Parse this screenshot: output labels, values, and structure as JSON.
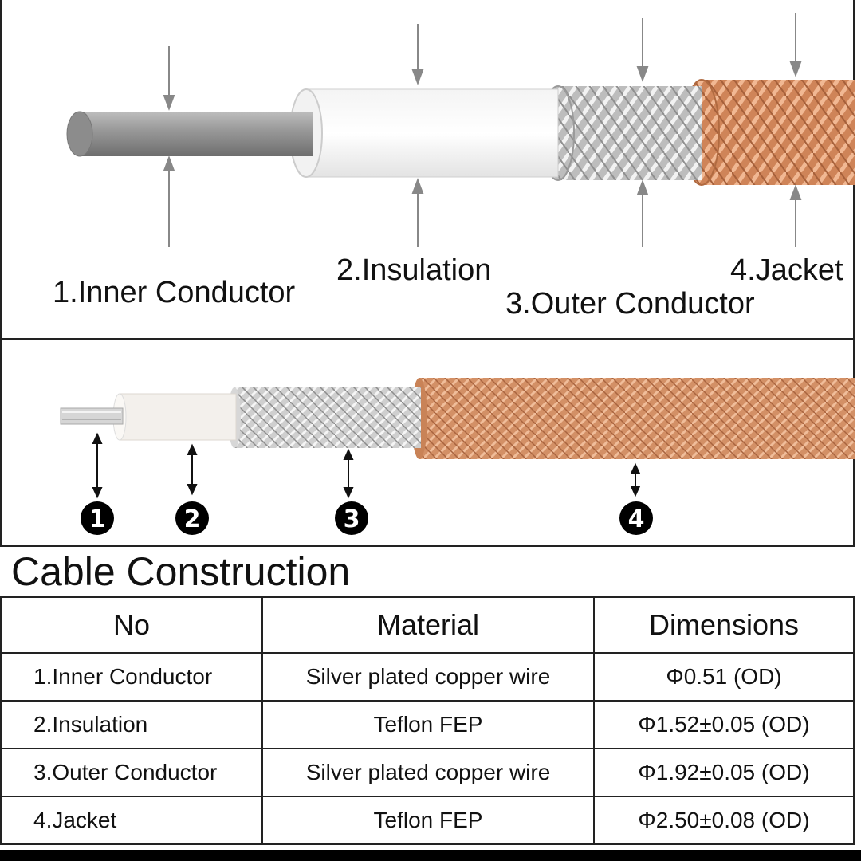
{
  "diagram_top": {
    "labels": {
      "inner": "1.Inner Conductor",
      "insulation": "2.Insulation",
      "outer": "3.Outer Conductor",
      "jacket": "4.Jacket"
    }
  },
  "diagram_photo": {
    "badges": [
      "1",
      "2",
      "3",
      "4"
    ]
  },
  "section_title": "Cable Construction",
  "table": {
    "headers": [
      "No",
      "Material",
      "Dimensions"
    ],
    "rows": [
      {
        "no": "1.Inner Conductor",
        "material": "Silver plated copper wire",
        "dimensions": "Φ0.51 (OD)"
      },
      {
        "no": "2.Insulation",
        "material": "Teflon FEP",
        "dimensions": "Φ1.52±0.05 (OD)"
      },
      {
        "no": "3.Outer Conductor",
        "material": "Silver plated copper wire",
        "dimensions": "Φ1.92±0.05 (OD)"
      },
      {
        "no": "4.Jacket",
        "material": "Teflon FEP",
        "dimensions": "Φ2.50±0.08 (OD)"
      }
    ]
  },
  "colors": {
    "copper": "#d9966c",
    "silver": "#c9c9c9",
    "conductor_gray": "#8a8a8a",
    "insulation_white": "#fbfbfb"
  }
}
